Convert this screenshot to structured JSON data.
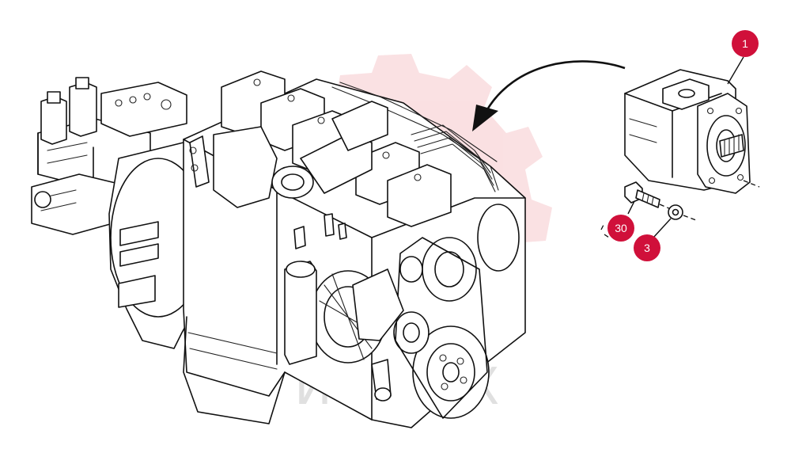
{
  "diagram": {
    "callouts": [
      {
        "id": "1",
        "label": "1"
      },
      {
        "id": "30",
        "label": "30"
      },
      {
        "id": "3",
        "label": "3"
      }
    ],
    "watermark": {
      "text": "ИМПЕХ"
    },
    "colors": {
      "callout_fill": "#d0103a",
      "watermark_gear": "#f6c8cc",
      "line": "#111111"
    }
  }
}
